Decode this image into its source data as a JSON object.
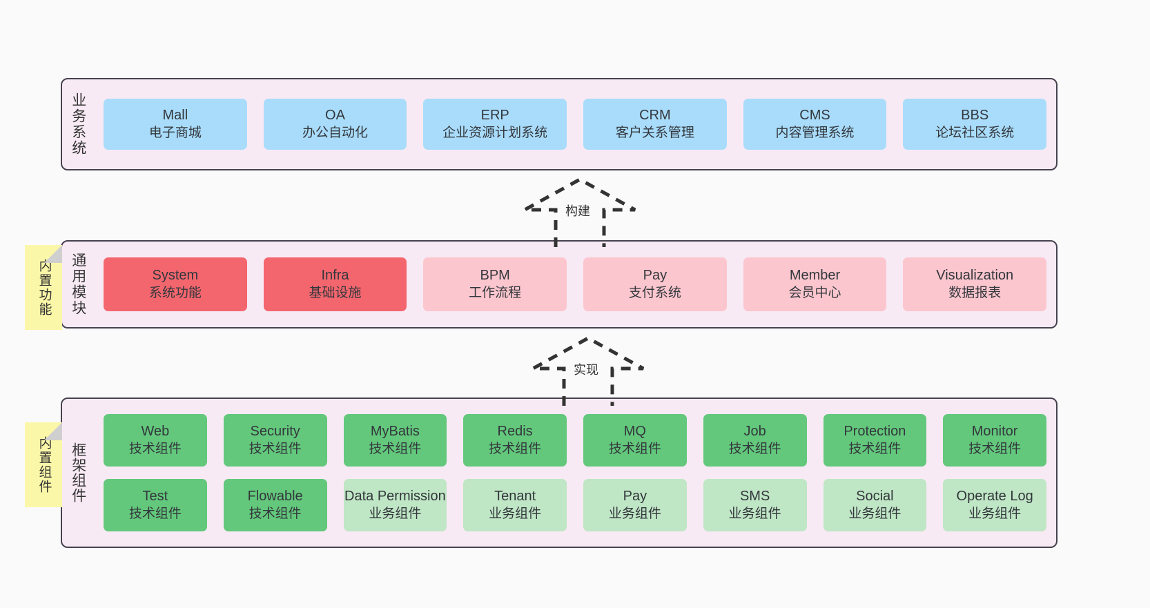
{
  "colors": {
    "canvas_bg": "#fafafa",
    "layer_bg": "#f8eaf4",
    "layer_border": "#46414f",
    "blue": "#a9dcfb",
    "red": "#f4666e",
    "pink": "#fbc6ce",
    "green": "#63c87c",
    "light_green": "#bfe6c5",
    "note_yellow": "#fbf7a8",
    "note_fold": "#cfcfcf"
  },
  "layers": {
    "business": {
      "label": "业务系统",
      "cards": [
        {
          "en": "Mall",
          "cn": "电子商城",
          "color": "blue"
        },
        {
          "en": "OA",
          "cn": "办公自动化",
          "color": "blue"
        },
        {
          "en": "ERP",
          "cn": "企业资源计划系统",
          "color": "blue"
        },
        {
          "en": "CRM",
          "cn": "客户关系管理",
          "color": "blue"
        },
        {
          "en": "CMS",
          "cn": "内容管理系统",
          "color": "blue"
        },
        {
          "en": "BBS",
          "cn": "论坛社区系统",
          "color": "blue"
        }
      ]
    },
    "modules": {
      "label": "通用模块",
      "cards": [
        {
          "en": "System",
          "cn": "系统功能",
          "color": "red"
        },
        {
          "en": "Infra",
          "cn": "基础设施",
          "color": "red"
        },
        {
          "en": "BPM",
          "cn": "工作流程",
          "color": "pink"
        },
        {
          "en": "Pay",
          "cn": "支付系统",
          "color": "pink"
        },
        {
          "en": "Member",
          "cn": "会员中心",
          "color": "pink"
        },
        {
          "en": "Visualization",
          "cn": "数据报表",
          "color": "pink"
        }
      ]
    },
    "framework": {
      "label": "框架组件",
      "rows": [
        [
          {
            "en": "Web",
            "cn": "技术组件",
            "color": "green"
          },
          {
            "en": "Security",
            "cn": "技术组件",
            "color": "green"
          },
          {
            "en": "MyBatis",
            "cn": "技术组件",
            "color": "green"
          },
          {
            "en": "Redis",
            "cn": "技术组件",
            "color": "green"
          },
          {
            "en": "MQ",
            "cn": "技术组件",
            "color": "green"
          },
          {
            "en": "Job",
            "cn": "技术组件",
            "color": "green"
          },
          {
            "en": "Protection",
            "cn": "技术组件",
            "color": "green"
          },
          {
            "en": "Monitor",
            "cn": "技术组件",
            "color": "green"
          }
        ],
        [
          {
            "en": "Test",
            "cn": "技术组件",
            "color": "green"
          },
          {
            "en": "Flowable",
            "cn": "技术组件",
            "color": "green"
          },
          {
            "en": "Data Permission",
            "cn": "业务组件",
            "color": "light_green"
          },
          {
            "en": "Tenant",
            "cn": "业务组件",
            "color": "light_green"
          },
          {
            "en": "Pay",
            "cn": "业务组件",
            "color": "light_green"
          },
          {
            "en": "SMS",
            "cn": "业务组件",
            "color": "light_green"
          },
          {
            "en": "Social",
            "cn": "业务组件",
            "color": "light_green"
          },
          {
            "en": "Operate Log",
            "cn": "业务组件",
            "color": "light_green"
          }
        ]
      ]
    }
  },
  "notes": [
    {
      "id": "features",
      "text": "内置功能"
    },
    {
      "id": "components",
      "text": "内置组件"
    }
  ],
  "arrows": [
    {
      "id": "build",
      "label": "构建"
    },
    {
      "id": "impl",
      "label": "实现"
    }
  ]
}
